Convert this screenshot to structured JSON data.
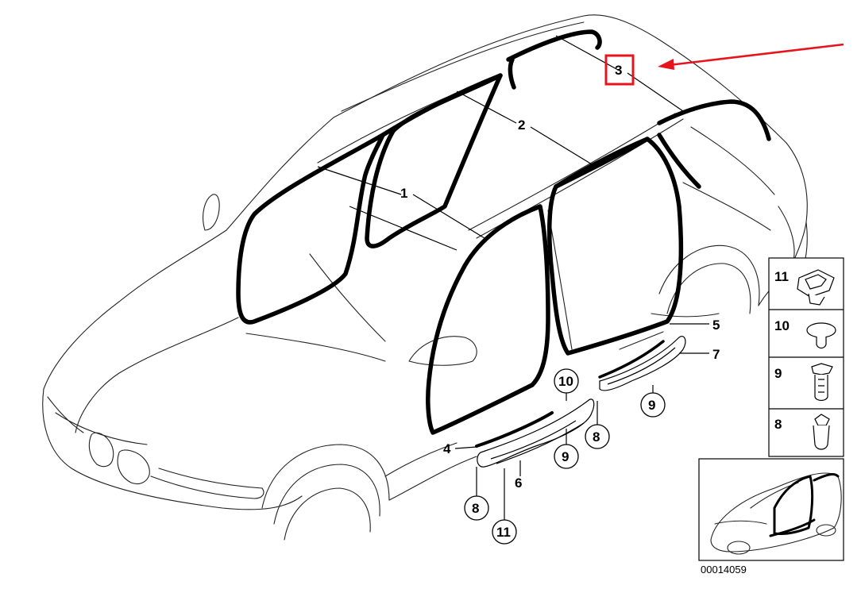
{
  "diagram": {
    "part_labels": {
      "p1": "1",
      "p2": "2",
      "p3": "3",
      "p4": "4",
      "p5": "5",
      "p6": "6",
      "p7": "7",
      "c8a": "8",
      "c8b": "8",
      "c9a": "9",
      "c9b": "9",
      "c10": "10",
      "c11": "11"
    },
    "clip_panel": {
      "items": [
        "11",
        "10",
        "9",
        "8"
      ]
    },
    "figure_number": "00014059"
  },
  "highlight": {
    "color": "#e8141c",
    "target": "3"
  },
  "colors": {
    "line": "#222222",
    "seal": "#000000",
    "background": "#ffffff"
  }
}
